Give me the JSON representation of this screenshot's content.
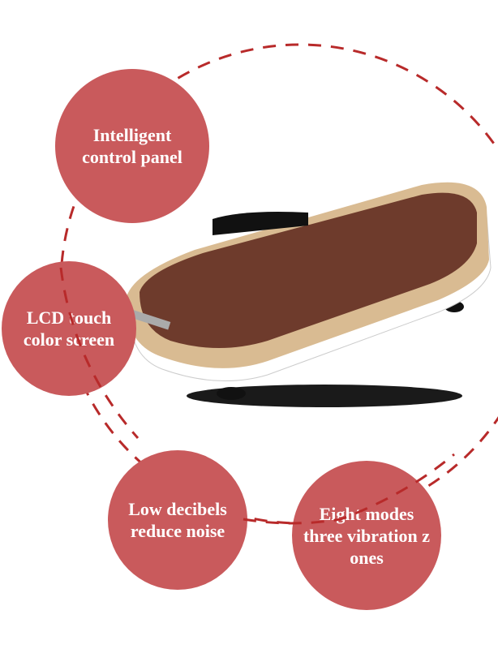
{
  "features": [
    {
      "lines": [
        "Intelligent",
        "control panel"
      ]
    },
    {
      "lines": [
        "LCD touch",
        "color screen"
      ]
    },
    {
      "lines": [
        "Low decibels",
        "reduce noise"
      ]
    },
    {
      "lines": [
        "Eight modes",
        "three vibration z",
        "ones"
      ]
    }
  ],
  "colors": {
    "bubble": "#c95a5c",
    "dash": "#b82a2a",
    "mat": "#6e3b2c",
    "frame": "#d9bb92"
  }
}
